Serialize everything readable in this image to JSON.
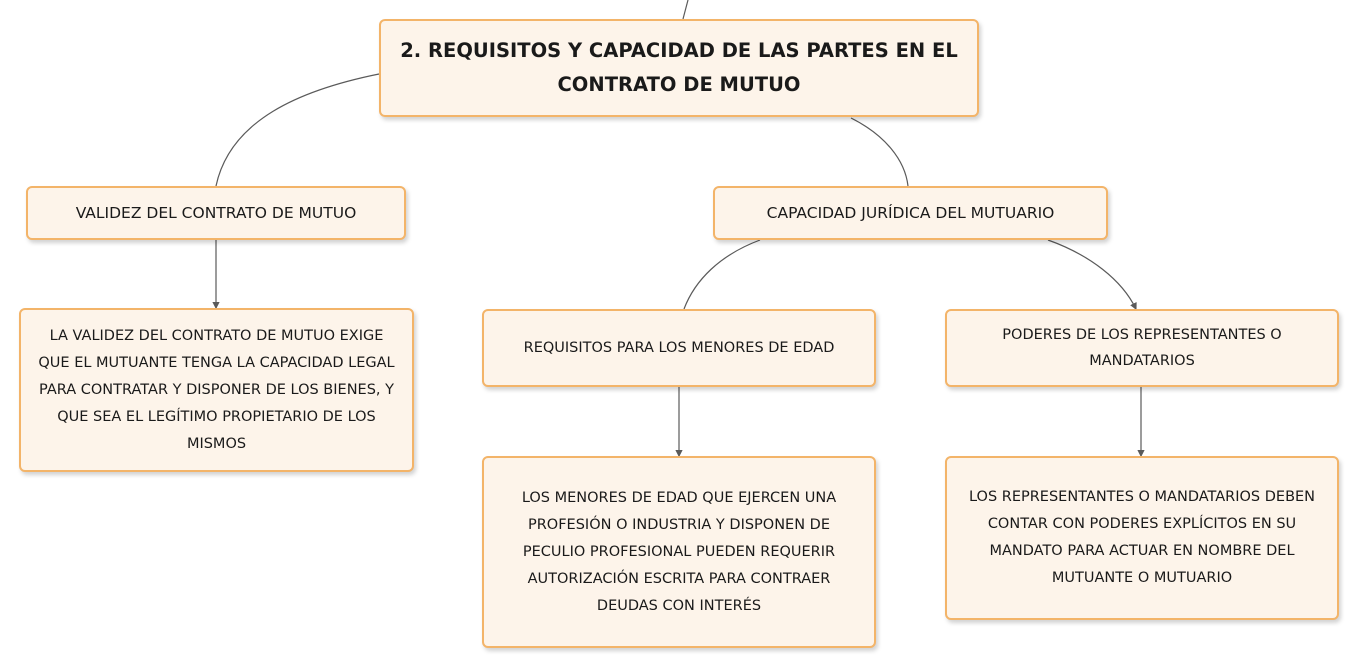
{
  "root": {
    "title": "2. REQUISITOS Y CAPACIDAD DE LAS PARTES EN EL CONTRATO DE MUTUO"
  },
  "branches": {
    "validez": {
      "label": "VALIDEZ DEL CONTRATO DE MUTUO",
      "detail": "LA VALIDEZ DEL CONTRATO DE MUTUO EXIGE QUE EL MUTUANTE TENGA LA CAPACIDAD LEGAL PARA CONTRATAR Y DISPONER DE LOS BIENES, Y QUE SEA EL LEGÍTIMO PROPIETARIO DE LOS MISMOS"
    },
    "capacidad": {
      "label": "CAPACIDAD JURÍDICA DEL MUTUARIO",
      "menores": {
        "label": "REQUISITOS PARA LOS MENORES DE EDAD",
        "detail": "LOS MENORES DE EDAD QUE EJERCEN UNA PROFESIÓN O INDUSTRIA Y DISPONEN DE PECULIO PROFESIONAL PUEDEN REQUERIR AUTORIZACIÓN ESCRITA PARA CONTRAER DEUDAS CON INTERÉS"
      },
      "poderes": {
        "label": "PODERES DE LOS REPRESENTANTES O MANDATARIOS",
        "detail": "LOS REPRESENTANTES O MANDATARIOS DEBEN CONTAR CON PODERES EXPLÍCITOS EN SU MANDATO PARA ACTUAR EN NOMBRE DEL MUTUANTE O MUTUARIO"
      }
    }
  },
  "colors": {
    "node_fill": "#fdf4ea",
    "node_border": "#f3b469",
    "connector": "#5a5a5a",
    "text": "#1a1a1a"
  }
}
